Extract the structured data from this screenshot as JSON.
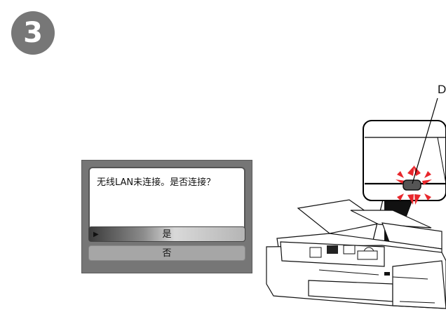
{
  "step": {
    "number": "3"
  },
  "lcd": {
    "message": "无线LAN未连接。是否连接？",
    "option_yes": "是",
    "option_no": "否",
    "cursor_glyph": "▶"
  },
  "callout": {
    "label": "D"
  },
  "colors": {
    "badge": "#777777",
    "led_flash": "#e8262b",
    "lcd_frame": "#767676"
  },
  "icons": [
    "step-badge-icon",
    "selection-cursor-icon",
    "printer-illustration",
    "led-flash-icon",
    "wifi-lamp-icon"
  ]
}
